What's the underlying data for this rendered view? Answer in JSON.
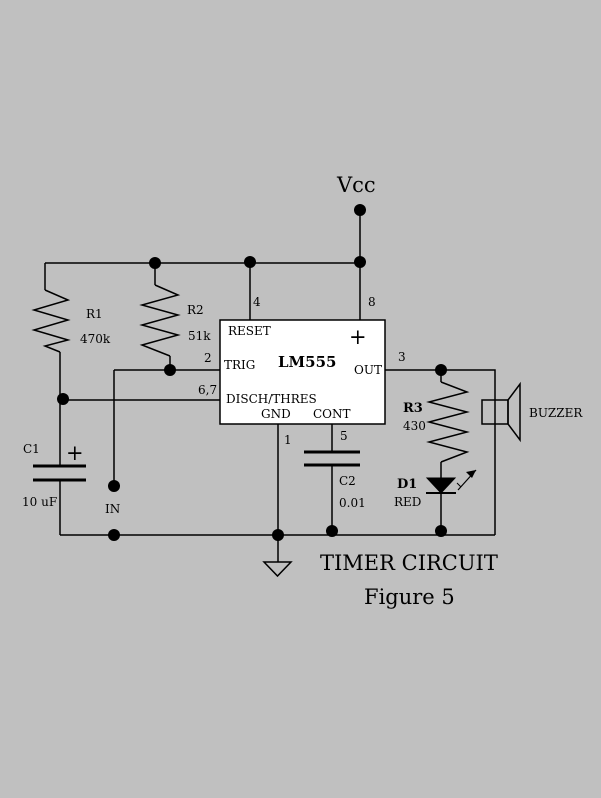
{
  "diagram": {
    "supply_label": "Vcc",
    "title_line1": "TIMER CIRCUIT",
    "title_line2": "Figure 5"
  },
  "ic": {
    "part": "LM555",
    "reset": "RESET",
    "trig": "TRIG",
    "disch_thres": "DISCH/THRES",
    "gnd": "GND",
    "cont": "CONT",
    "out": "OUT",
    "plus": "+"
  },
  "pins": {
    "reset": "4",
    "vcc": "8",
    "trig": "2",
    "disch_thres": "6,7",
    "gnd": "1",
    "cont": "5",
    "out": "3"
  },
  "components": {
    "r1_name": "R1",
    "r1_value": "470k",
    "r2_name": "R2",
    "r2_value": "51k",
    "r3_name": "R3",
    "r3_value": "430",
    "c1_name": "C1",
    "c1_value": "10 uF",
    "c1_plus": "+",
    "c2_name": "C2",
    "c2_value": "0.01",
    "d1_name": "D1",
    "d1_value": "RED",
    "buzzer": "BUZZER",
    "input": "IN"
  }
}
